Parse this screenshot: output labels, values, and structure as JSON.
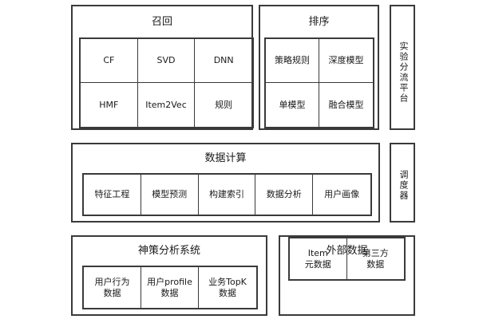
{
  "recall": {
    "title": "召回",
    "cells": [
      "CF",
      "SVD",
      "DNN",
      "HMF",
      "Item2Vec",
      "规则"
    ]
  },
  "rank": {
    "title": "排序",
    "cells": [
      "策略规则",
      "深度模型",
      "单模型",
      "融合模型"
    ]
  },
  "ab_platform": {
    "label": "实验分流平台"
  },
  "compute": {
    "title": "数据计算",
    "cells": [
      "特征工程",
      "模型预测",
      "构建索引",
      "数据分析",
      "用户画像"
    ]
  },
  "scheduler": {
    "label": "调度器"
  },
  "strategy": {
    "title": "神策分析系统",
    "cells": [
      "用户行为\n数据",
      "用户profile\n数据",
      "业务TopK\n数据"
    ]
  },
  "external": {
    "title": "外部数据",
    "cells": [
      "Item\n元数据",
      "第三方\n数据"
    ]
  }
}
